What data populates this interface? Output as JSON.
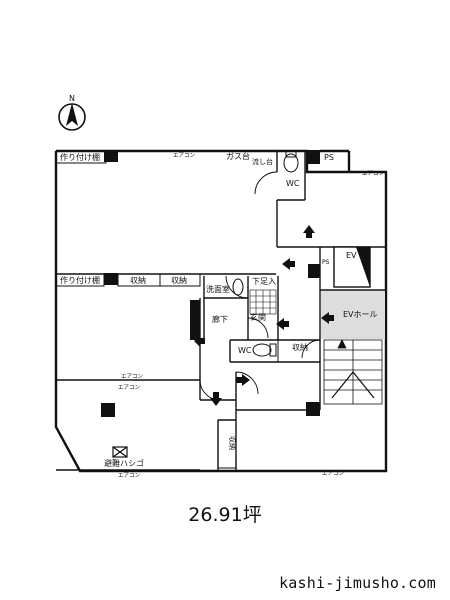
{
  "compass": {
    "label": "N"
  },
  "rooms": {
    "tsukuri_top": "作り付け棚",
    "tsukuri_mid": "作り付け棚",
    "aircon": "エアコン",
    "gas": "ガス台",
    "sink": "流し台",
    "ps": "PS",
    "wc": "WC",
    "ev": "EV",
    "ev_hall": "EVホール",
    "storage": "収納",
    "washroom": "洗面室",
    "corridor": "廊下",
    "shoe": "下足入",
    "entrance": "玄関",
    "escape": "避難ハシゴ"
  },
  "area": "26.91坪",
  "site": "kashi-jimusho.com"
}
